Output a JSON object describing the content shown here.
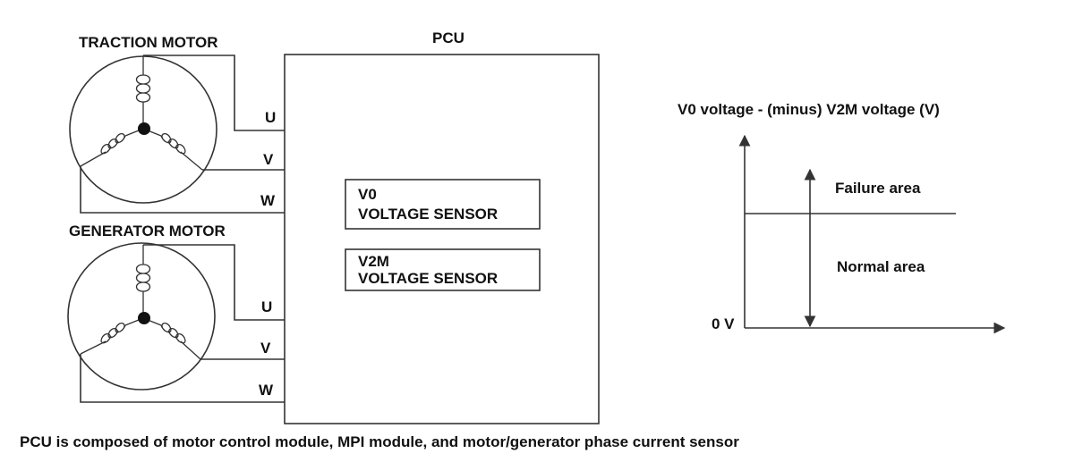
{
  "traction_motor": {
    "title": "TRACTION MOTOR",
    "terminals": [
      "U",
      "V",
      "W"
    ]
  },
  "generator_motor": {
    "title": "GENERATOR MOTOR",
    "terminals": [
      "U",
      "V",
      "W"
    ]
  },
  "pcu": {
    "title": "PCU",
    "sensors": [
      {
        "line1": "V0",
        "line2": "VOLTAGE SENSOR"
      },
      {
        "line1": "V2M",
        "line2": "VOLTAGE SENSOR"
      }
    ]
  },
  "graph": {
    "y_axis_label": "V0 voltage - (minus) V2M voltage (V)",
    "zero_label": "0 V",
    "upper_region": "Failure area",
    "lower_region": "Normal area"
  },
  "caption": "PCU is composed of motor control module, MPI module, and motor/generator phase current sensor",
  "colors": {
    "line": "#333333",
    "text": "#111111",
    "background": "#ffffff"
  }
}
